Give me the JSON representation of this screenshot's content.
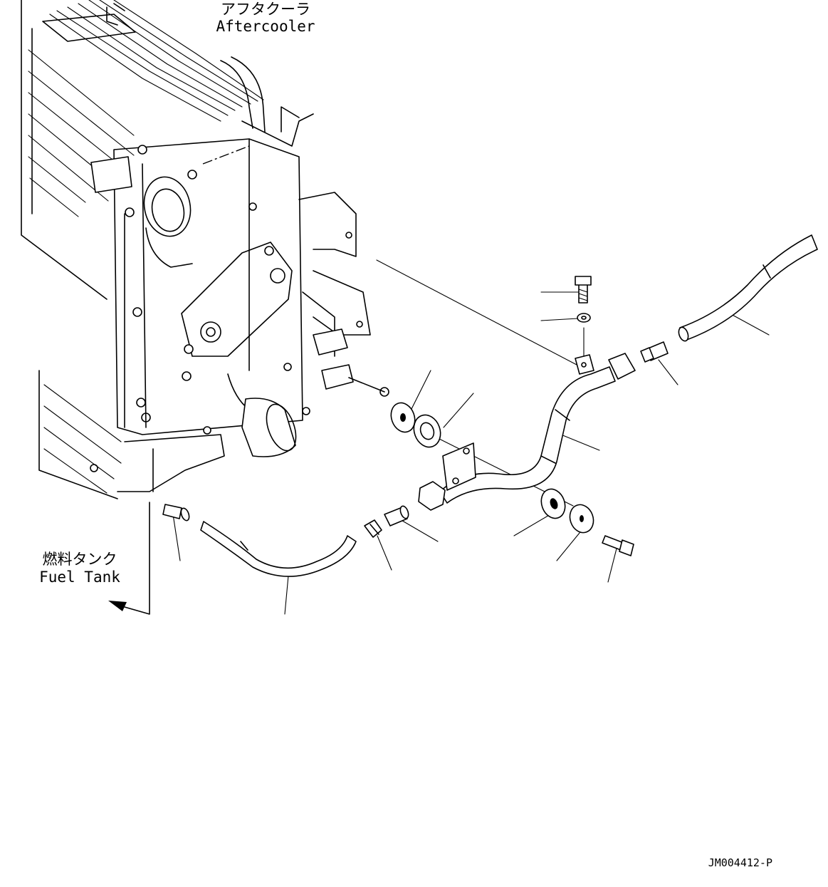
{
  "labels": {
    "aftercooler_jp": "アフタクーラ",
    "aftercooler_en": "Aftercooler",
    "fuel_tank_jp": "燃料タンク",
    "fuel_tank_en": "Fuel Tank",
    "drawing_number": "JM004412-P"
  },
  "parts": [
    {
      "name": "bolt-upper"
    },
    {
      "name": "washer-small-upper"
    },
    {
      "name": "hose-upper-right"
    },
    {
      "name": "adapter-fitting-upper"
    },
    {
      "name": "spacer-washer-left"
    },
    {
      "name": "grommet-left"
    },
    {
      "name": "fuel-pipe"
    },
    {
      "name": "grommet-right"
    },
    {
      "name": "spacer-washer-right"
    },
    {
      "name": "bolt-lower"
    },
    {
      "name": "adapter-fitting-lower"
    },
    {
      "name": "elbow-fitting"
    },
    {
      "name": "hose-lower"
    },
    {
      "name": "connector-fuel-tank"
    }
  ]
}
